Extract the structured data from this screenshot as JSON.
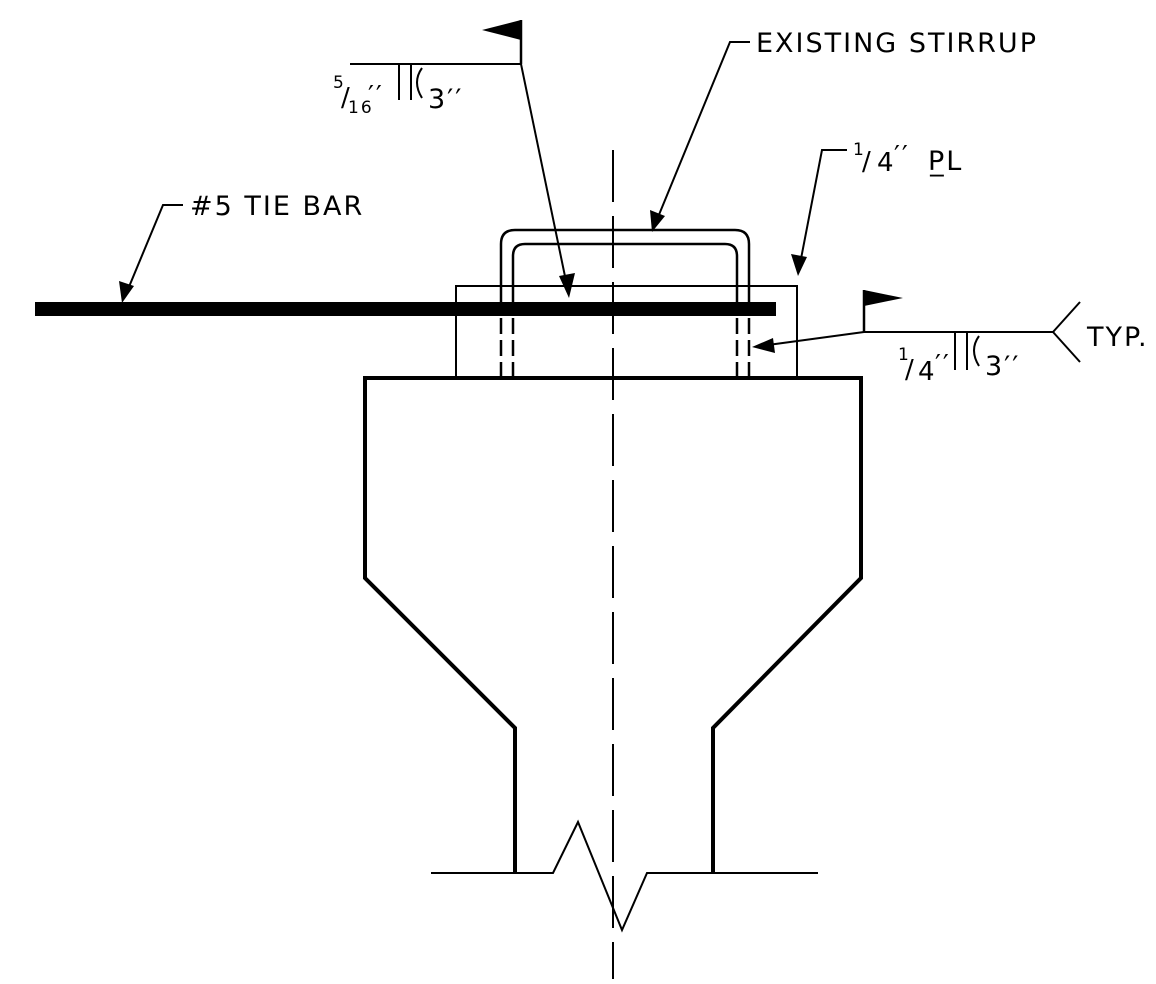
{
  "colors": {
    "ink": "#000000",
    "paper": "#ffffff"
  },
  "labels": {
    "existing_stirrup": "EXISTING STIRRUP",
    "tie_bar": "#5 TIE BAR",
    "plate": "1/4\" PL",
    "typ": "TYP."
  },
  "weld_top": {
    "size_num": "5",
    "size_den": "16",
    "inch_mark": "′′",
    "length": "3′′"
  },
  "weld_right": {
    "size_num": "1",
    "size_den": "4",
    "inch_mark": "′′",
    "length": "3′′"
  },
  "plate_label": {
    "num": "1",
    "den": "4",
    "inch_mark": "′′",
    "pl_symbol": "P̲L"
  }
}
